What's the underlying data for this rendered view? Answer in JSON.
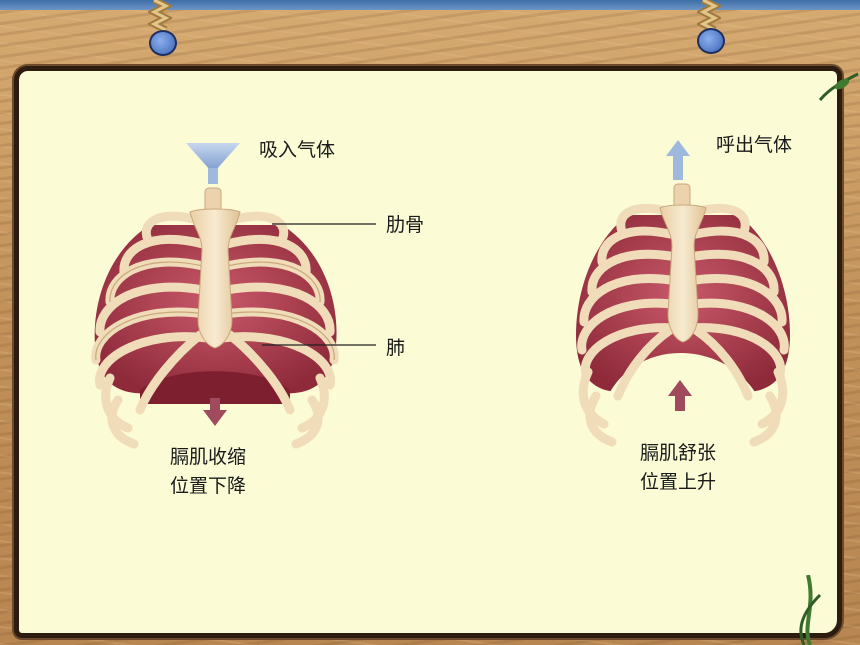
{
  "left_diagram": {
    "inhale_label": "吸入气体",
    "rib_label": "肋骨",
    "lung_label": "肺",
    "diaphragm_line1": "膈肌收缩",
    "diaphragm_line2": "位置下降"
  },
  "right_diagram": {
    "exhale_label": "呼出气体",
    "diaphragm_line1": "膈肌舒张",
    "diaphragm_line2": "位置上升"
  },
  "colors": {
    "board": "#fbfbd6",
    "bone": "#f3dfbf",
    "lung": "#a8384a",
    "arrow_blue": "#9fb8de",
    "arrow_red": "#a04a5e"
  }
}
